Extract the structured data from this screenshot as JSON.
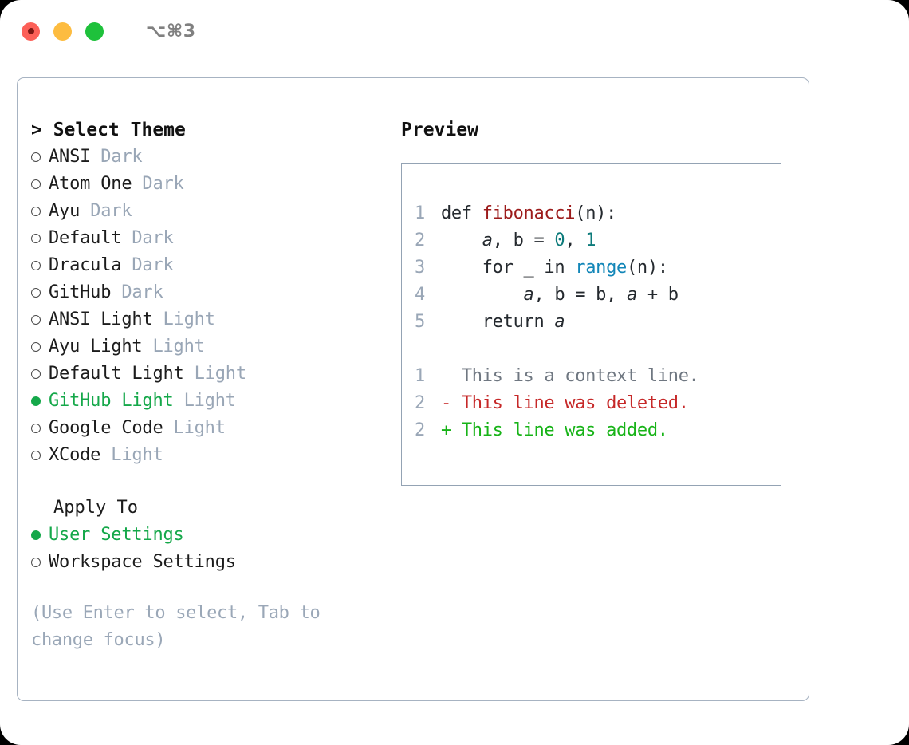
{
  "titlebar": {
    "shortcut": "⌥⌘3",
    "buttons": [
      {
        "name": "close",
        "color": "#fc6058"
      },
      {
        "name": "minimize",
        "color": "#fdbc40"
      },
      {
        "name": "zoom",
        "color": "#1ec13b"
      }
    ]
  },
  "theme_list": {
    "header": "> Select Theme",
    "items": [
      {
        "name": "ANSI",
        "kind": "Dark",
        "selected": false
      },
      {
        "name": "Atom One",
        "kind": "Dark",
        "selected": false
      },
      {
        "name": "Ayu",
        "kind": "Dark",
        "selected": false
      },
      {
        "name": "Default",
        "kind": "Dark",
        "selected": false
      },
      {
        "name": "Dracula",
        "kind": "Dark",
        "selected": false
      },
      {
        "name": "GitHub",
        "kind": "Dark",
        "selected": false
      },
      {
        "name": "ANSI Light",
        "kind": "Light",
        "selected": false
      },
      {
        "name": "Ayu Light",
        "kind": "Light",
        "selected": false
      },
      {
        "name": "Default Light",
        "kind": "Light",
        "selected": false
      },
      {
        "name": "GitHub Light",
        "kind": "Light",
        "selected": true
      },
      {
        "name": "Google Code",
        "kind": "Light",
        "selected": false
      },
      {
        "name": "XCode",
        "kind": "Light",
        "selected": false
      }
    ]
  },
  "apply_to": {
    "title": "Apply To",
    "options": [
      {
        "label": "User Settings",
        "selected": true
      },
      {
        "label": "Workspace Settings",
        "selected": false
      }
    ]
  },
  "hint": "(Use Enter to select, Tab to change focus)",
  "preview": {
    "title": "Preview",
    "code_lines": [
      {
        "num": "1",
        "tokens": [
          {
            "text": "def ",
            "type": "plain"
          },
          {
            "text": "fibonacci",
            "type": "fn"
          },
          {
            "text": "(n):",
            "type": "plain"
          }
        ]
      },
      {
        "num": "2",
        "tokens": [
          {
            "text": "    ",
            "type": "plain"
          },
          {
            "text": "a",
            "type": "var"
          },
          {
            "text": ", b = ",
            "type": "plain"
          },
          {
            "text": "0",
            "type": "num"
          },
          {
            "text": ", ",
            "type": "plain"
          },
          {
            "text": "1",
            "type": "num"
          }
        ]
      },
      {
        "num": "3",
        "tokens": [
          {
            "text": "    for _ in ",
            "type": "plain"
          },
          {
            "text": "range",
            "type": "builtin"
          },
          {
            "text": "(n):",
            "type": "plain"
          }
        ]
      },
      {
        "num": "4",
        "tokens": [
          {
            "text": "        ",
            "type": "plain"
          },
          {
            "text": "a",
            "type": "var"
          },
          {
            "text": ", b = b, ",
            "type": "plain"
          },
          {
            "text": "a",
            "type": "var"
          },
          {
            "text": " + b",
            "type": "plain"
          }
        ]
      },
      {
        "num": "5",
        "tokens": [
          {
            "text": "    return ",
            "type": "plain"
          },
          {
            "text": "a",
            "type": "var"
          }
        ]
      }
    ],
    "diff_lines": [
      {
        "num": "1",
        "marker": "  ",
        "text": "This is a context line.",
        "type": "ctx"
      },
      {
        "num": "2",
        "marker": "- ",
        "text": "This line was deleted.",
        "type": "del"
      },
      {
        "num": "2",
        "marker": "+ ",
        "text": "This line was added.",
        "type": "add"
      }
    ]
  },
  "colors": {
    "accent_green": "#15a84a",
    "muted": "#99a6b6",
    "border": "#a7b3c2",
    "fn_red": "#9c1b1b",
    "number_teal": "#0d7b7b",
    "builtin_blue": "#1286b8",
    "diff_deleted": "#c62828",
    "diff_added": "#17b317"
  }
}
